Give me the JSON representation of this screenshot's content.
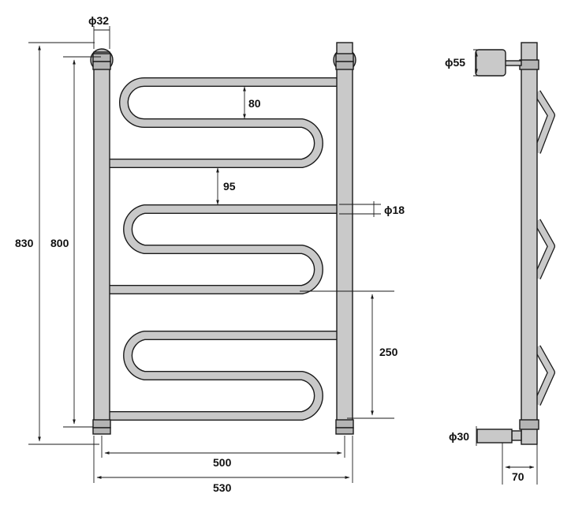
{
  "dimensions": {
    "diameter_top": "ϕ32",
    "height_830": "830",
    "height_800": "800",
    "spacing_80": "80",
    "spacing_95": "95",
    "diameter_tube": "ϕ18",
    "spacing_250": "250",
    "width_500": "500",
    "width_530": "530",
    "diameter_cap": "ϕ55",
    "diameter_connector": "ϕ30",
    "depth_70": "70"
  }
}
